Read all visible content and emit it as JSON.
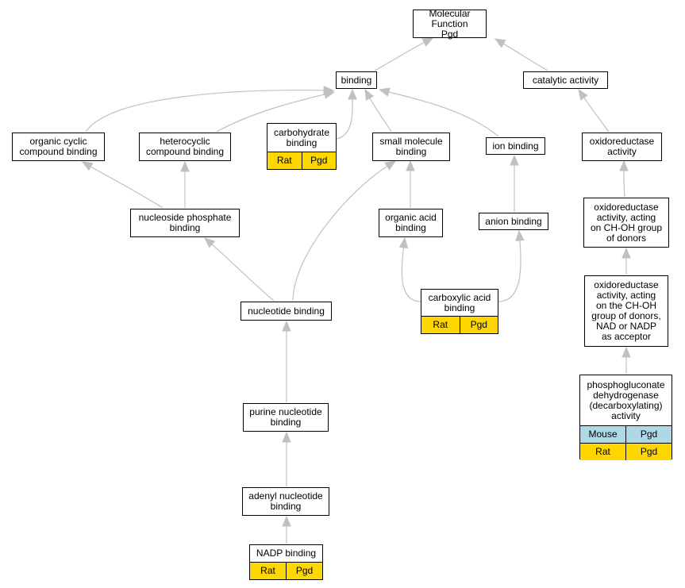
{
  "colors": {
    "edge": "#c0c0c0",
    "node_border": "#000000",
    "rat_fill": "#ffd700",
    "mouse_fill": "#add8e6"
  },
  "nodes": {
    "molecular_function": {
      "label": "Molecular Function\nPgd"
    },
    "binding": {
      "label": "binding"
    },
    "catalytic_activity": {
      "label": "catalytic activity"
    },
    "organic_cyclic": {
      "label": "organic cyclic\ncompound binding"
    },
    "heterocyclic": {
      "label": "heterocyclic\ncompound binding"
    },
    "carbohydrate": {
      "label": "carbohydrate\nbinding",
      "annotations": [
        {
          "species": "Rat",
          "gene": "Pgd"
        }
      ]
    },
    "small_molecule": {
      "label": "small molecule\nbinding"
    },
    "ion_binding": {
      "label": "ion binding"
    },
    "oxidoreductase": {
      "label": "oxidoreductase\nactivity"
    },
    "nucleoside_phosphate": {
      "label": "nucleoside phosphate\nbinding"
    },
    "organic_acid": {
      "label": "organic acid\nbinding"
    },
    "anion_binding": {
      "label": "anion binding"
    },
    "oxidoreductase_choh": {
      "label": "oxidoreductase\nactivity, acting\non CH-OH group\nof donors"
    },
    "nucleotide_binding": {
      "label": "nucleotide binding"
    },
    "carboxylic_acid": {
      "label": "carboxylic acid\nbinding",
      "annotations": [
        {
          "species": "Rat",
          "gene": "Pgd"
        }
      ]
    },
    "oxidoreductase_nad": {
      "label": "oxidoreductase\nactivity, acting\non the CH-OH\ngroup of donors,\nNAD or NADP\nas acceptor"
    },
    "purine_nucleotide": {
      "label": "purine nucleotide\nbinding"
    },
    "phosphogluconate": {
      "label": "phosphogluconate\ndehydrogenase\n(decarboxylating)\nactivity",
      "annotations": [
        {
          "species": "Mouse",
          "gene": "Pgd"
        },
        {
          "species": "Rat",
          "gene": "Pgd"
        }
      ]
    },
    "adenyl_nucleotide": {
      "label": "adenyl nucleotide\nbinding"
    },
    "nadp_binding": {
      "label": "NADP binding",
      "annotations": [
        {
          "species": "Rat",
          "gene": "Pgd"
        }
      ]
    }
  },
  "edges": [
    [
      "binding",
      "molecular_function"
    ],
    [
      "catalytic_activity",
      "molecular_function"
    ],
    [
      "organic_cyclic",
      "binding"
    ],
    [
      "heterocyclic",
      "binding"
    ],
    [
      "carbohydrate",
      "binding"
    ],
    [
      "small_molecule",
      "binding"
    ],
    [
      "ion_binding",
      "binding"
    ],
    [
      "oxidoreductase",
      "catalytic_activity"
    ],
    [
      "nucleoside_phosphate",
      "organic_cyclic"
    ],
    [
      "nucleoside_phosphate",
      "heterocyclic"
    ],
    [
      "organic_acid",
      "small_molecule"
    ],
    [
      "nucleotide_binding",
      "small_molecule"
    ],
    [
      "anion_binding",
      "ion_binding"
    ],
    [
      "oxidoreductase_choh",
      "oxidoreductase"
    ],
    [
      "nucleotide_binding",
      "nucleoside_phosphate"
    ],
    [
      "carboxylic_acid",
      "organic_acid"
    ],
    [
      "carboxylic_acid",
      "anion_binding"
    ],
    [
      "oxidoreductase_nad",
      "oxidoreductase_choh"
    ],
    [
      "purine_nucleotide",
      "nucleotide_binding"
    ],
    [
      "phosphogluconate",
      "oxidoreductase_nad"
    ],
    [
      "adenyl_nucleotide",
      "purine_nucleotide"
    ],
    [
      "nadp_binding",
      "adenyl_nucleotide"
    ]
  ]
}
